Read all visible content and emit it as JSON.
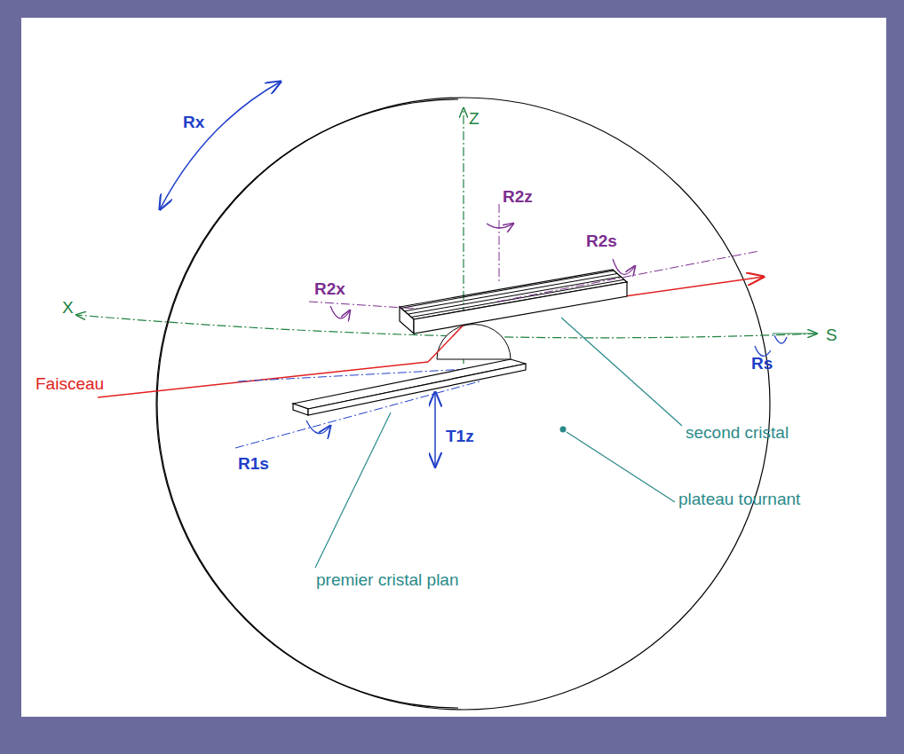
{
  "diagram": {
    "labels": [
      "Rx",
      "Z",
      "R2z",
      "R2x",
      "R2s",
      "X",
      "S",
      "Rs",
      "Faisceau",
      "T1z",
      "R1s",
      "second cristal",
      "plateau tournant",
      "premier cristal plan"
    ]
  }
}
